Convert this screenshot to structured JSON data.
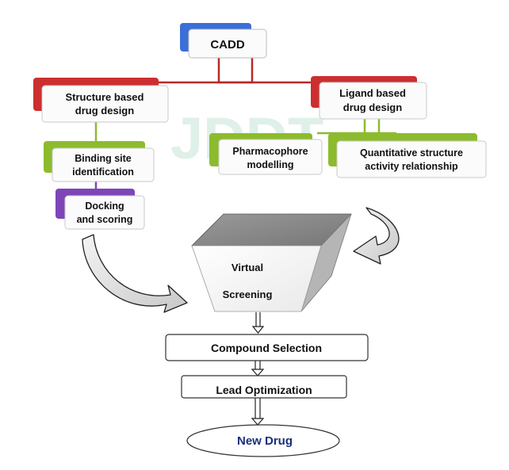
{
  "nodes": {
    "cadd": {
      "label": "CADD",
      "accent": "#3a6fd8"
    },
    "structure_based": {
      "line1": "Structure based",
      "line2": "drug design",
      "accent": "#cc2f2f"
    },
    "ligand_based": {
      "line1": "Ligand based",
      "line2": "drug design",
      "accent": "#cc2f2f"
    },
    "binding_site": {
      "line1": "Binding site",
      "line2": "identification",
      "accent": "#8dbb2e"
    },
    "docking": {
      "line1": "Docking",
      "line2": "and scoring",
      "accent": "#7e45b8"
    },
    "pharmacophore": {
      "line1": "Pharmacophore",
      "line2": "modelling",
      "accent": "#8dbb2e"
    },
    "qsar": {
      "line1": "Quantitative structure",
      "line2": "activity relationship",
      "accent": "#8dbb2e"
    },
    "virtual_screening": {
      "line1": "Virtual",
      "line2": "Screening"
    },
    "compound_selection": {
      "label": "Compound Selection"
    },
    "lead_optimization": {
      "label": "Lead Optimization"
    },
    "new_drug": {
      "label": "New Drug",
      "color": "#1a2f7a"
    }
  },
  "watermark": {
    "text": "JDDT",
    "color": "#dcefe6"
  },
  "colors": {
    "connector_red": "#b82828",
    "connector_green": "#8dbb2e",
    "funnel_top": "#8a8a8a",
    "funnel_side": "#b5b5b5"
  }
}
